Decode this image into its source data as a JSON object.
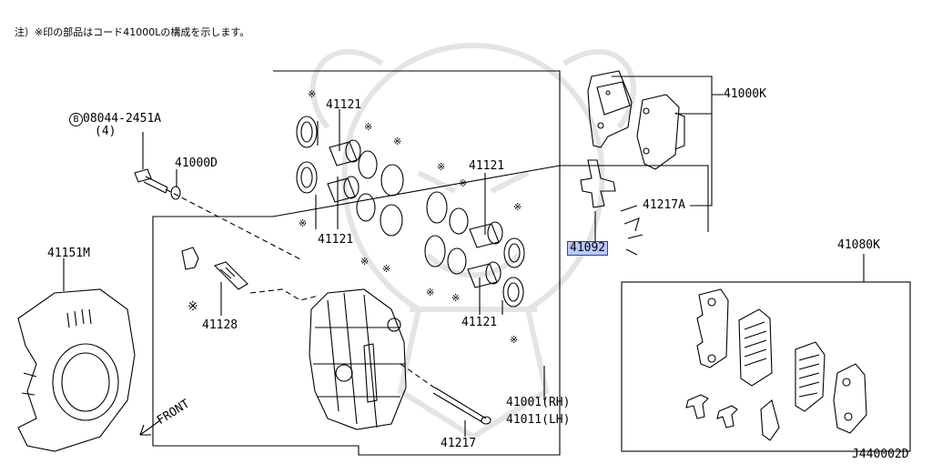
{
  "note": "注）※印の部品はコード41000Lの構成を示します。",
  "diagram_id": "J440002D",
  "front_label": "FRONT",
  "mark_symbol": "※",
  "bolt_prefix": "B",
  "highlight_color": "#b9c9ff",
  "labels": {
    "p41000K": "41000K",
    "p41217A": "41217A",
    "p41092": "41092",
    "p41080K": "41080K",
    "p41121_a": "41121",
    "p41121_b": "41121",
    "p41121_c": "41121",
    "p41121_d": "41121",
    "bolt": "08044-2451A",
    "bolt_qty": "(4)",
    "p41000D": "41000D",
    "p41151M": "41151M",
    "p41128": "41128",
    "p41001": "41001(RH)",
    "p41011": "41011(LH)",
    "p41217": "41217"
  }
}
